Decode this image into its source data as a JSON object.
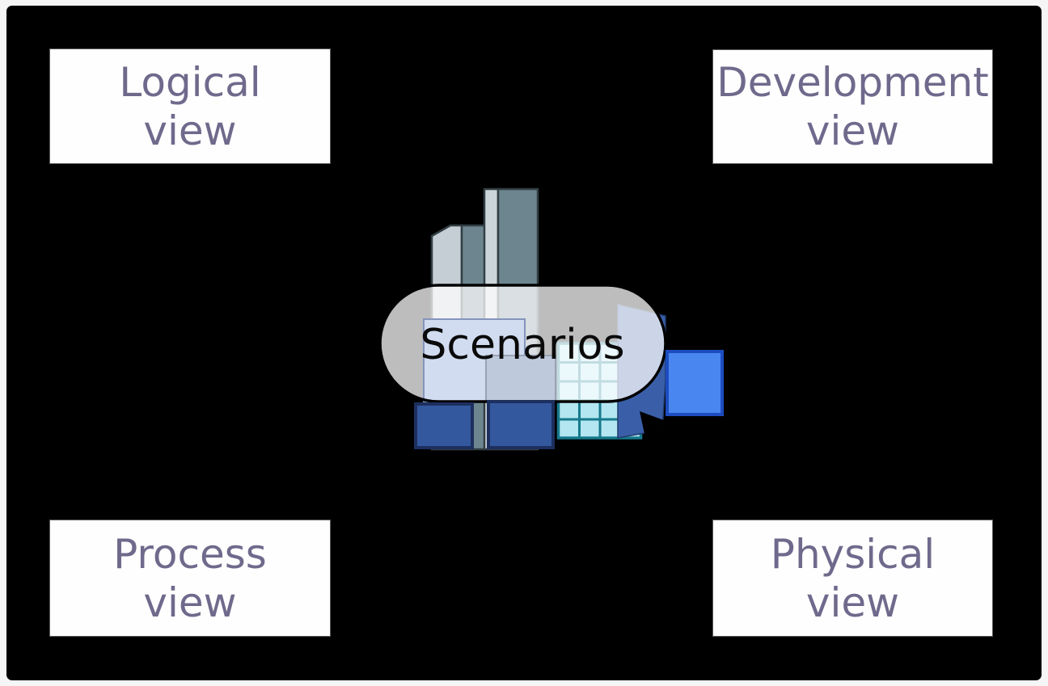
{
  "diagram": {
    "boxes": {
      "logical": {
        "line1": "Logical",
        "line2": "view"
      },
      "development": {
        "line1": "Development",
        "line2": "view"
      },
      "process": {
        "line1": "Process",
        "line2": "view"
      },
      "physical": {
        "line1": "Physical",
        "line2": "view"
      }
    },
    "center": {
      "label": "Scenarios"
    },
    "colors": {
      "page_margin": "#f5f5f5",
      "canvas_background": "#000000",
      "box_fill": "#fefefe",
      "box_border": "#5c5c5c",
      "box_text": "#6f6a8c",
      "scenarios_text": "#0a0a0a",
      "pill_fill": "#ffffff",
      "pill_border": "#000000",
      "tower_light": "#c4ced4",
      "tower_dark": "#6d858e",
      "tower_outline": "#323e44",
      "block_light_periwinkle": "#d2dcf0",
      "block_gray_blue": "#bfc9dc",
      "grid_fill": "#b3e6f1",
      "grid_line": "#16798c",
      "flag_navy": "#3a5fa8",
      "dark_square_fill": "#33589e",
      "dark_square_border": "#1d2f5e",
      "bright_blue_fill": "#4a86f0",
      "bright_blue_border": "#1c4cc0",
      "arrow_black": "#000000"
    }
  }
}
